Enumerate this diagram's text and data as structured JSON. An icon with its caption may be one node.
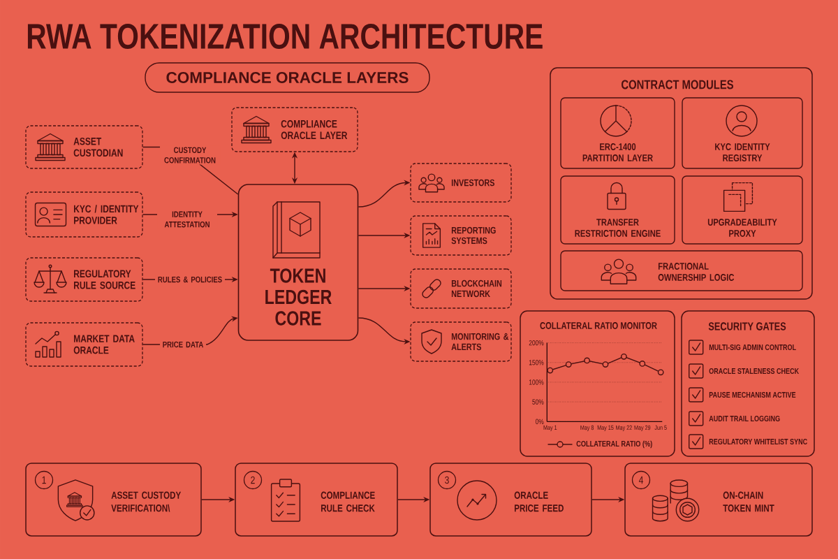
{
  "diagram": {
    "title": "RWA TOKENIZATION ARCHITECTURE",
    "nodes": [
      {
        "text": [
          "COMPLIANCE ORACLE LAYERS"
        ]
      },
      {
        "text": [
          "COMPLIANCE ORACLE LAYER"
        ]
      },
      {
        "text": [
          "ASSET CUSTODIAN"
        ]
      },
      {
        "text": [
          "KYC / IDENTITY PROVIDER"
        ]
      },
      {
        "text": [
          "REGULATORY RULE SOURCE"
        ]
      },
      {
        "text": [
          "MARKET DATA ORACLE"
        ]
      },
      {
        "text": [
          "TOKEN LEDGER CORE"
        ]
      },
      {
        "text": [
          "INVESTORS"
        ]
      },
      {
        "text": [
          "REPORTING SYSTEMS"
        ]
      },
      {
        "text": [
          "BLOCKCHAIN NETWORK"
        ]
      },
      {
        "text": [
          "MONITORING & ALERTS"
        ]
      },
      {
        "text": [
          "CONTRACT MODULES"
        ]
      },
      {
        "text": [
          "ERC-1400 PARTITION LAYER"
        ],
        "in": 11
      },
      {
        "text": [
          "KYC IDENTITY REGISTRY"
        ],
        "in": 11
      },
      {
        "text": [
          "TRANSFER RESTRICTION ENGINE"
        ],
        "in": 11
      },
      {
        "text": [
          "UPGRADEABILITY PROXY"
        ],
        "in": 11
      },
      {
        "text": [
          "FRACTIONAL OWNERSHIP LOGIC"
        ],
        "in": 11
      },
      {
        "text": [
          "COLLATERAL RATIO MONITOR"
        ]
      },
      {
        "text": [
          "SECURITY GATES",
          "MULTI-SIG ADMIN CONTROL",
          "ORACLE STALENESS CHECK",
          "PAUSE MECHANISM ACTIVE",
          "AUDIT TRAIL LOGGING",
          "REGULATORY WHITELIST SYNC"
        ]
      },
      {
        "text": [
          "ASSET CUSTODY VERIFICATION\\"
        ]
      },
      {
        "text": [
          "1"
        ],
        "in": 19
      },
      {
        "text": [
          "COMPLIANCE RULE CHECK"
        ]
      },
      {
        "text": [
          "2"
        ],
        "in": 21
      },
      {
        "text": [
          "ORACLE PRICE FEED"
        ]
      },
      {
        "text": [
          "3"
        ],
        "in": 23
      },
      {
        "text": [
          "ON-CHAIN TOKEN MINT"
        ]
      },
      {
        "text": [
          "4"
        ],
        "in": 25
      }
    ],
    "edges": [
      {
        "from": 2,
        "to": 6,
        "arrow": "none",
        "label": "CUSTODY CONFIRMATION"
      },
      {
        "from": 3,
        "to": 6,
        "arrow": "to",
        "label": "IDENTITY ATTESTATION"
      },
      {
        "from": 4,
        "to": 6,
        "arrow": "to",
        "label": "RULES & POLICIES"
      },
      {
        "from": 5,
        "to": 6,
        "arrow": "to",
        "label": "PRICE DATA"
      },
      {
        "from": 1,
        "to": 6,
        "arrow": "both"
      },
      {
        "from": 6,
        "to": 7,
        "arrow": "to"
      },
      {
        "from": 6,
        "to": 8,
        "arrow": "to"
      },
      {
        "from": 6,
        "to": 9,
        "arrow": "to"
      },
      {
        "from": 6,
        "to": 10,
        "arrow": "to"
      },
      {
        "from": 19,
        "to": 21,
        "arrow": "to"
      },
      {
        "from": 21,
        "to": 23,
        "arrow": "to"
      },
      {
        "from": 23,
        "to": 25,
        "arrow": "to"
      }
    ],
    "chart_data": {
      "type": "line",
      "categories": [
        "May 1",
        null,
        "May 8",
        "May 15",
        "May 22",
        "May 29",
        "Jun 5"
      ],
      "series": [
        {
          "name": "COLLATERAL RATIO (%)",
          "values": [
            130,
            145,
            155,
            145,
            165,
            147,
            125
          ],
          "marker": true
        }
      ],
      "ylim": [
        0,
        200
      ],
      "grid": true,
      "yticks": [
        {
          "value": 0,
          "label": "0%"
        },
        {
          "value": 50,
          "label": "50%"
        },
        {
          "value": 100,
          "label": "100%"
        },
        {
          "value": 150,
          "label": "150%"
        },
        {
          "value": 200,
          "label": "200%"
        }
      ]
    }
  }
}
